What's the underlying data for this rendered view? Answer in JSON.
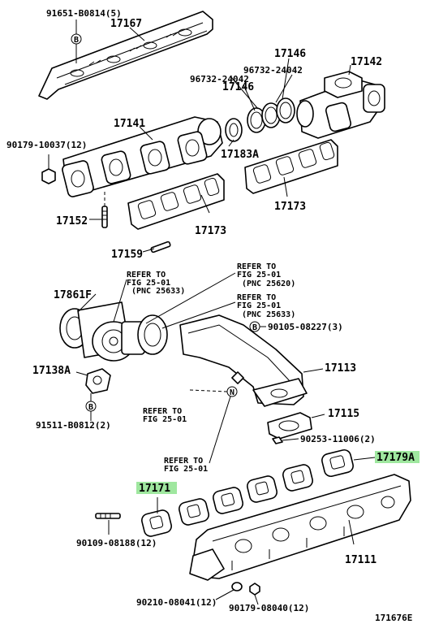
{
  "labels": {
    "p91651": "91651-B0814(5)",
    "p17167": "17167",
    "p17146a": "17146",
    "p96732a": "96732-24042",
    "p96732b": "96732-24042",
    "p17146b": "17146",
    "p17142": "17142",
    "p17141": "17141",
    "p90179a": "90179-10037(12)",
    "p17183a": "17183A",
    "p17152": "17152",
    "p17173a": "17173",
    "p17173b": "17173",
    "p17159": "17159",
    "p17861f": "17861F",
    "ref1_l1": "REFER TO",
    "ref1_l2": "FIG 25-01",
    "ref1_l3": "(PNC 25633)",
    "ref2_l1": "REFER TO",
    "ref2_l2": "FIG 25-01",
    "ref2_l3": "(PNC 25620)",
    "ref3_l1": "REFER TO",
    "ref3_l2": "FIG 25-01",
    "ref3_l3": "(PNC 25633)",
    "p90105": "90105-08227(3)",
    "p17138a": "17138A",
    "p17113": "17113",
    "p91511": "91511-B0812(2)",
    "ref4_l1": "REFER TO",
    "ref4_l2": "FIG 25-01",
    "p17115": "17115",
    "p90253": "90253-11006(2)",
    "ref5_l1": "REFER TO",
    "ref5_l2": "FIG 25-01",
    "p17179a": "17179A",
    "p17171": "17171",
    "p90109": "90109-08188(12)",
    "p17111": "17111",
    "p90210": "90210-08041(12)",
    "p90179b": "90179-08040(12)",
    "footer": "171676E"
  },
  "markers": {
    "b1": "B",
    "b2": "B",
    "b3": "B",
    "n1": "N"
  },
  "colors": {
    "highlight": "#9fe79f",
    "ink": "#000000"
  }
}
